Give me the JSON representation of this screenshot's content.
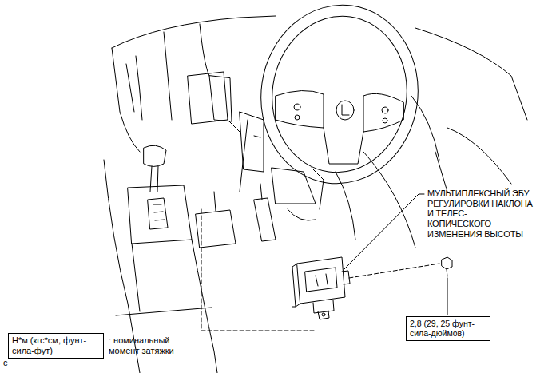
{
  "diagram": {
    "nodes": [
      {
        "text": [
          "2,8 (29, 25 фунт-сила-дюймов)"
        ]
      },
      {
        "text": [
          "Н*м (кгс*см, фунт-сила-фут)"
        ]
      }
    ],
    "labels": [
      "МУЛЬТИПЛЕКСНЫЙ ЭБУ РЕГУЛИРОВКИ НАКЛОНА И ТЕЛЕС- КОПИЧЕСКОГО ИЗМЕНЕНИЯ ВЫСОТЫ",
      ": номинальный момент затяжки",
      "c"
    ]
  }
}
